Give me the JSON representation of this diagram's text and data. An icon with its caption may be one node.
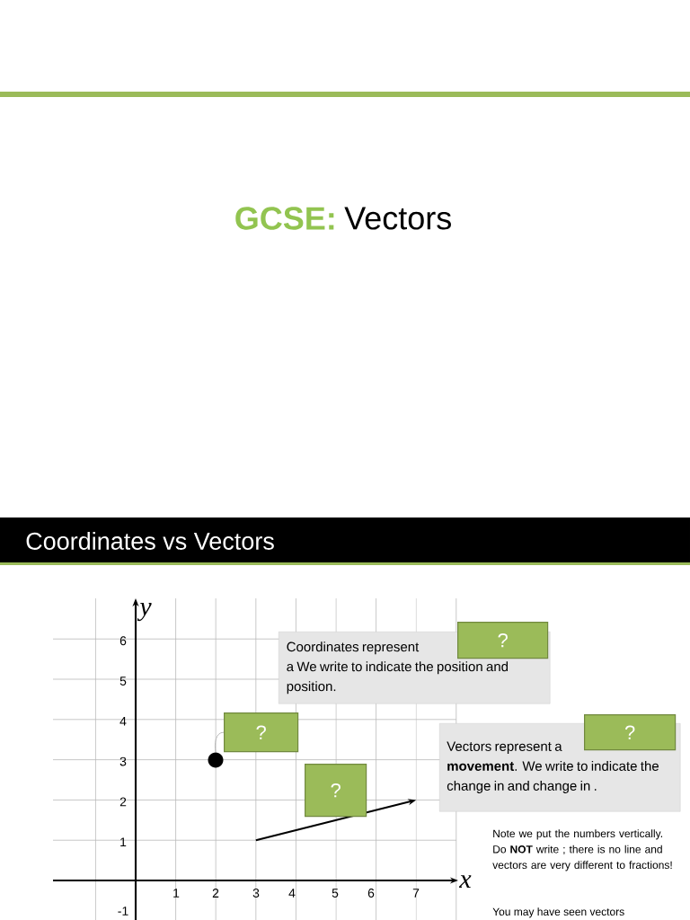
{
  "diagram": {
    "nodes": [
      {
        "text": [
          "Coordinates represent a We write to indicate the position and position."
        ]
      },
      {
        "text": [
          "?"
        ]
      },
      {
        "text": [
          "?"
        ]
      },
      {
        "text": [
          "?"
        ]
      },
      {
        "text": [
          "Vectors represent a **movement**. We write to indicate the change in and change in ."
        ]
      },
      {
        "text": [
          "?"
        ]
      },
      {
        "text": [],
        "shape": "circle"
      }
    ],
    "edges": [
      {
        "from": 6,
        "to": 2,
        "arrow": "none"
      }
    ],
    "labels": [
      "GCSE:",
      "Vectors",
      "Coordinates vs Vectors",
      "y",
      "6",
      "5",
      "4",
      "3",
      "2",
      "1",
      "1",
      "2",
      "3",
      "4",
      "5",
      "6",
      "7",
      "x",
      "Note we put the numbers vertically. Do **NOT** write ; there is no line and vectors are very different to fractions!",
      "-1",
      "You may have seen vectors"
    ]
  }
}
